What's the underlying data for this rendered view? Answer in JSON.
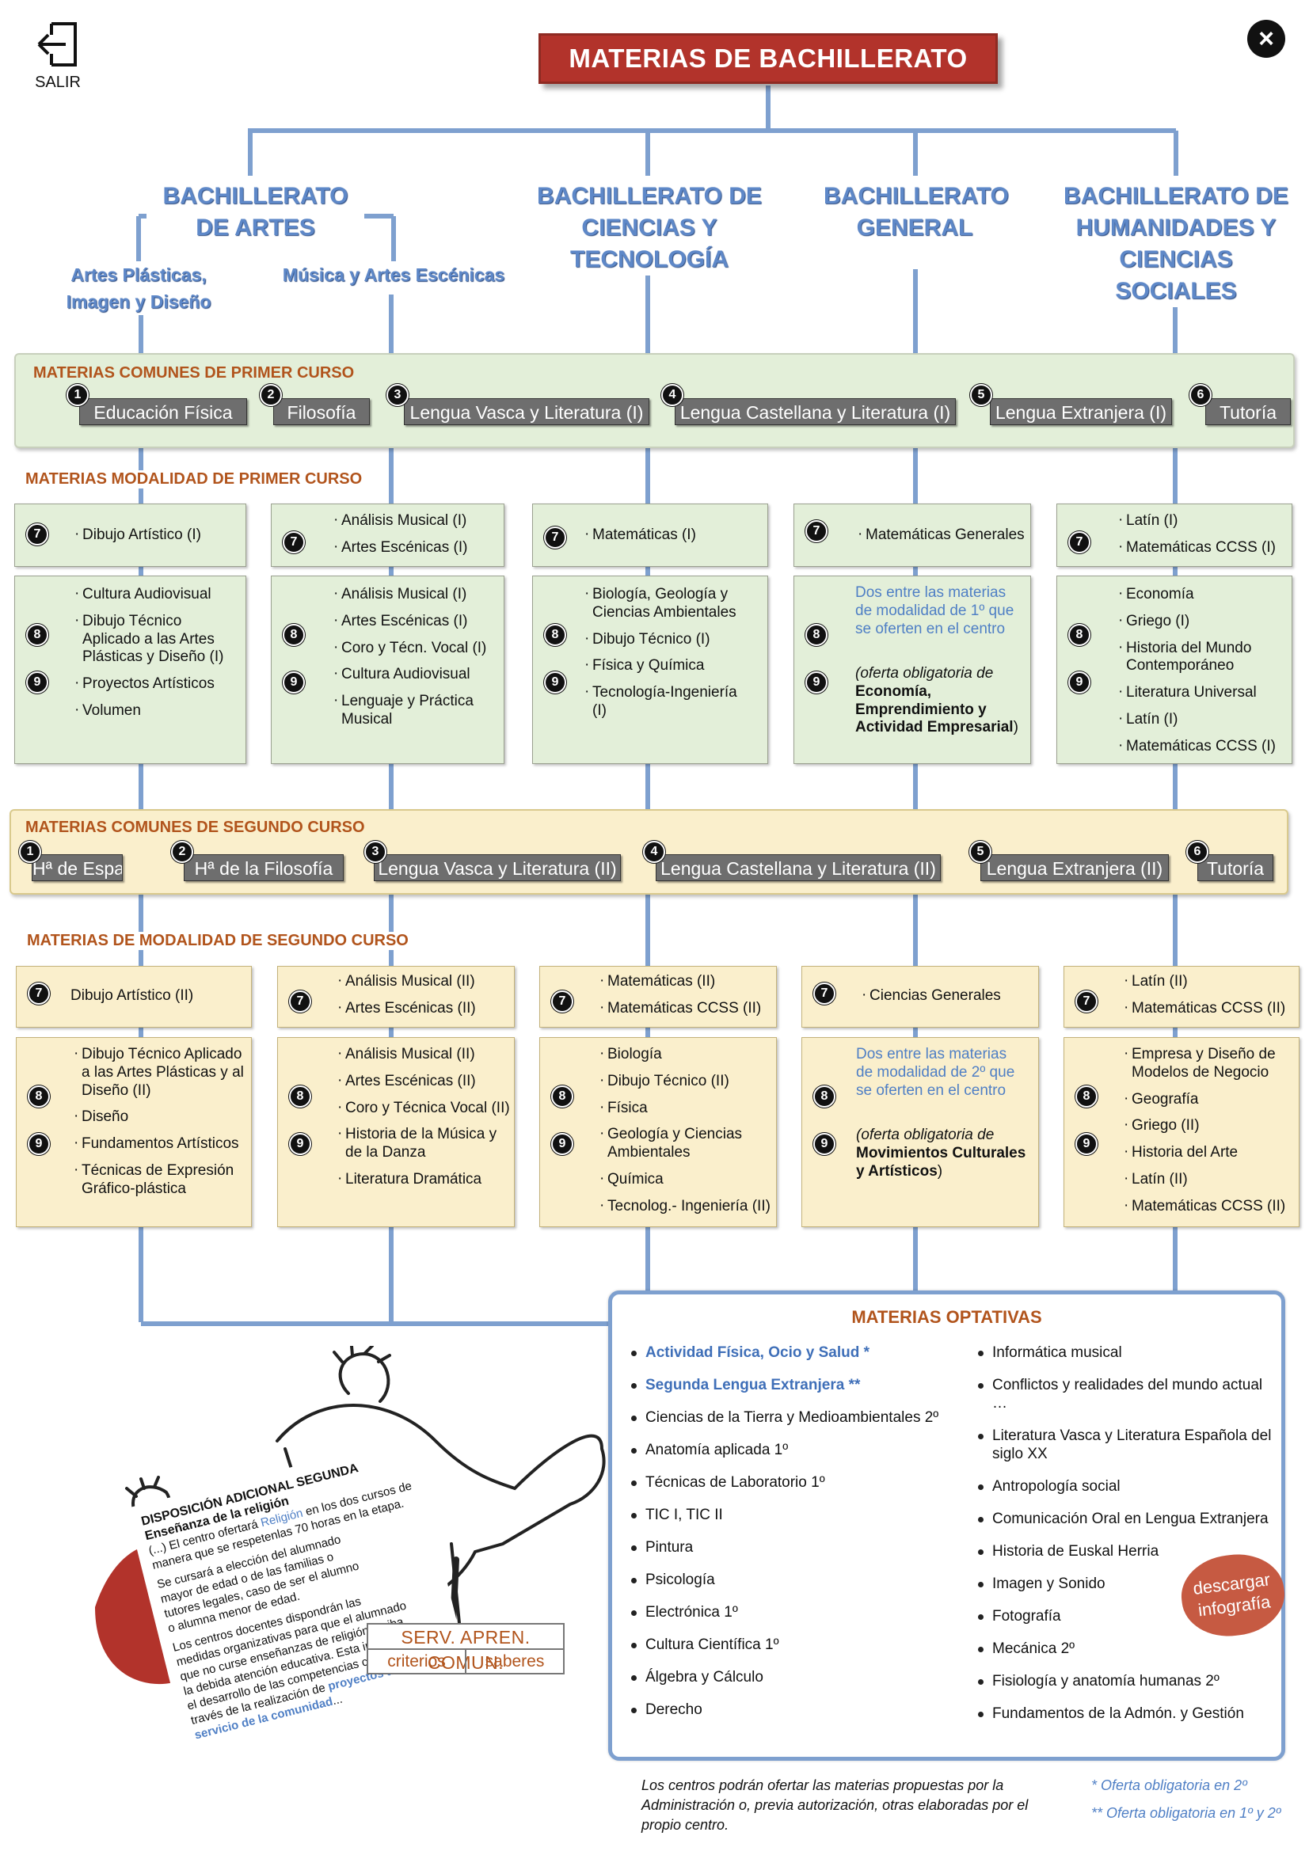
{
  "header": {
    "title": "MATERIAS DE BACHILLERATO",
    "exit_label": "SALIR"
  },
  "branches": {
    "artes": "BACHILLERATO DE ARTES",
    "ciencias": "BACHILLERATO DE CIENCIAS Y TECNOLOGÍA",
    "general": "BACHILLERATO GENERAL",
    "humanidades": "BACHILLERATO DE HUMANIDADES Y CIENCIAS SOCIALES",
    "artes_plasticas": "Artes Plásticas, Imagen y Diseño",
    "musica": "Música y Artes Escénicas"
  },
  "comunes1": {
    "title": "MATERIAS COMUNES DE PRIMER CURSO",
    "items": [
      "Educación Física",
      "Filosofía",
      "Lengua Vasca y Literatura (I)",
      "Lengua Castellana y Literatura (I)",
      "Lengua Extranjera (I)",
      "Tutoría"
    ],
    "nums": [
      "1",
      "2",
      "3",
      "4",
      "5",
      "6"
    ]
  },
  "modalidad1": {
    "title": "MATERIAS MODALIDAD DE PRIMER CURSO",
    "n7": "7",
    "n8": "8",
    "n9": "9",
    "top": [
      [
        "Dibujo Artístico (I)"
      ],
      [
        "Análisis Musical (I)",
        "Artes Escénicas (I)"
      ],
      [
        "Matemáticas (I)"
      ],
      [
        "Matemáticas Generales"
      ],
      [
        "Latín (I)",
        "Matemáticas CCSS (I)"
      ]
    ],
    "bottom": [
      [
        "Cultura Audiovisual",
        "Dibujo Técnico Aplicado a las Artes Plásticas y Diseño (I)",
        "Proyectos Artísticos",
        "Volumen"
      ],
      [
        "Análisis Musical (I)",
        "Artes Escénicas (I)",
        "Coro y Técn. Vocal (I)",
        "Cultura Audiovisual",
        "Lenguaje y Práctica Musical"
      ],
      [
        "Biología, Geología y Ciencias Ambientales",
        "Dibujo Técnico (I)",
        "Física y Química",
        "Tecnología-Ingeniería (I)"
      ],
      [],
      [
        "Economía",
        "Griego (I)",
        "Historia del Mundo Contemporáneo",
        "Literatura Universal",
        "Latín (I)",
        "Matemáticas CCSS (I)"
      ]
    ],
    "general_note": "Dos entre las materias de modalidad de 1º que se oferten en el centro",
    "general_oblig_a": "(oferta obligatoria de",
    "general_oblig_b": "Economía, Emprendimiento y Actividad Empresarial",
    "general_oblig_c": ")"
  },
  "comunes2": {
    "title": "MATERIAS COMUNES DE SEGUNDO CURSO",
    "items": [
      "Hª de España",
      "Hª de la Filosofía",
      "Lengua Vasca y Literatura (II)",
      "Lengua Castellana y Literatura (II)",
      "Lengua Extranjera (II)",
      "Tutoría"
    ],
    "nums": [
      "1",
      "2",
      "3",
      "4",
      "5",
      "6"
    ]
  },
  "modalidad2": {
    "title": "MATERIAS DE MODALIDAD DE SEGUNDO CURSO",
    "top": [
      [
        "Dibujo Artístico (II)"
      ],
      [
        "Análisis Musical (II)",
        "Artes Escénicas (II)"
      ],
      [
        "Matemáticas (II)",
        "Matemáticas CCSS (II)"
      ],
      [
        "Ciencias Generales"
      ],
      [
        "Latín (II)",
        "Matemáticas CCSS (II)"
      ]
    ],
    "bottom": [
      [
        "Dibujo Técnico Aplicado a las Artes Plásticas y al Diseño (II)",
        "Diseño",
        "Fundamentos Artísticos",
        "Técnicas de Expresión Gráfico-plástica"
      ],
      [
        "Análisis Musical (II)",
        "Artes Escénicas (II)",
        "Coro y Técnica Vocal (II)",
        "Historia de la Música y de la Danza",
        "Literatura Dramática"
      ],
      [
        "Biología",
        "Dibujo Técnico (II)",
        "Física",
        "Geología y Ciencias Ambientales",
        "Química",
        "Tecnolog.- Ingeniería (II)"
      ],
      [],
      [
        "Empresa y Diseño de Modelos de Negocio",
        "Geografía",
        "Griego (II)",
        "Historia del Arte",
        "Latín (II)",
        "Matemáticas CCSS (II)"
      ]
    ],
    "general_note": "Dos entre las materias de modalidad de 2º que se oferten en el centro",
    "general_oblig_a": "(oferta obligatoria de",
    "general_oblig_b": "Movimientos Culturales y Artísticos",
    "general_oblig_c": ")"
  },
  "optativas": {
    "title": "MATERIAS OPTATIVAS",
    "left": [
      "Actividad Física, Ocio y Salud *",
      "Segunda Lengua Extranjera **",
      "Ciencias de la Tierra y Medioambientales 2º",
      "Anatomía aplicada  1º",
      "Técnicas de Laboratorio 1º",
      "TIC I, TIC II",
      "Pintura",
      "Psicología",
      "Electrónica 1º",
      "Cultura Científica 1º",
      "Álgebra y Cálculo",
      "Derecho"
    ],
    "right": [
      "Informática musical",
      "Conflictos y realidades del mundo actual …",
      "Literatura Vasca y Literatura Española del siglo XX",
      "Antropología social",
      "Comunicación Oral en Lengua Extranjera",
      "Historia de Euskal Herria",
      "Imagen y Sonido",
      "Fotografía",
      "Mecánica 2º",
      "Fisiología y anatomía humanas 2º",
      "Fundamentos de la Admón. y Gestión"
    ],
    "download": "descargar infografía"
  },
  "footer": {
    "note": "Los centros podrán ofertar las materias propuestas por la Administración o, previa autorización, otras elaboradas por el propio centro.",
    "star1": "* Oferta obligatoria en 2º",
    "star2": "** Oferta obligatoria en 1º y 2º"
  },
  "religion": {
    "heading1": "DISPOSICIÓN ADICIONAL SEGUNDA",
    "heading2": "Enseñanza de la religión",
    "p1a": "(...) El centro ofertará ",
    "p1b": "Religión",
    "p1c": " en los dos cursos de manera que se respetenlas 70 horas en la etapa.",
    "p2": "Se cursará a elección del alumnado mayor de edad o de las familias o tutores legales, caso de ser el alumno o alumna menor de edad.",
    "p3a": "Los centros docentes dispondrán las medidas organizativas  para que el alumnado que no curse enseñanzas de religión reciba la debida atención educativa. Esta impulsará el desarrollo de las competencias clave a través de la realización de ",
    "p3b": "proyectos al servicio de la comunidad",
    "p3c": "..."
  },
  "serv": {
    "title": "SERV. APREN. COMUN.",
    "criterios": "criterios",
    "saberes": "saberes"
  },
  "colors": {
    "accent_red": "#b2332b",
    "branch_blue": "#5e88c8",
    "line_blue": "#7ea0cf",
    "green": "#e3efd9",
    "yellow": "#faefcc",
    "section_orange": "#b1541c"
  }
}
